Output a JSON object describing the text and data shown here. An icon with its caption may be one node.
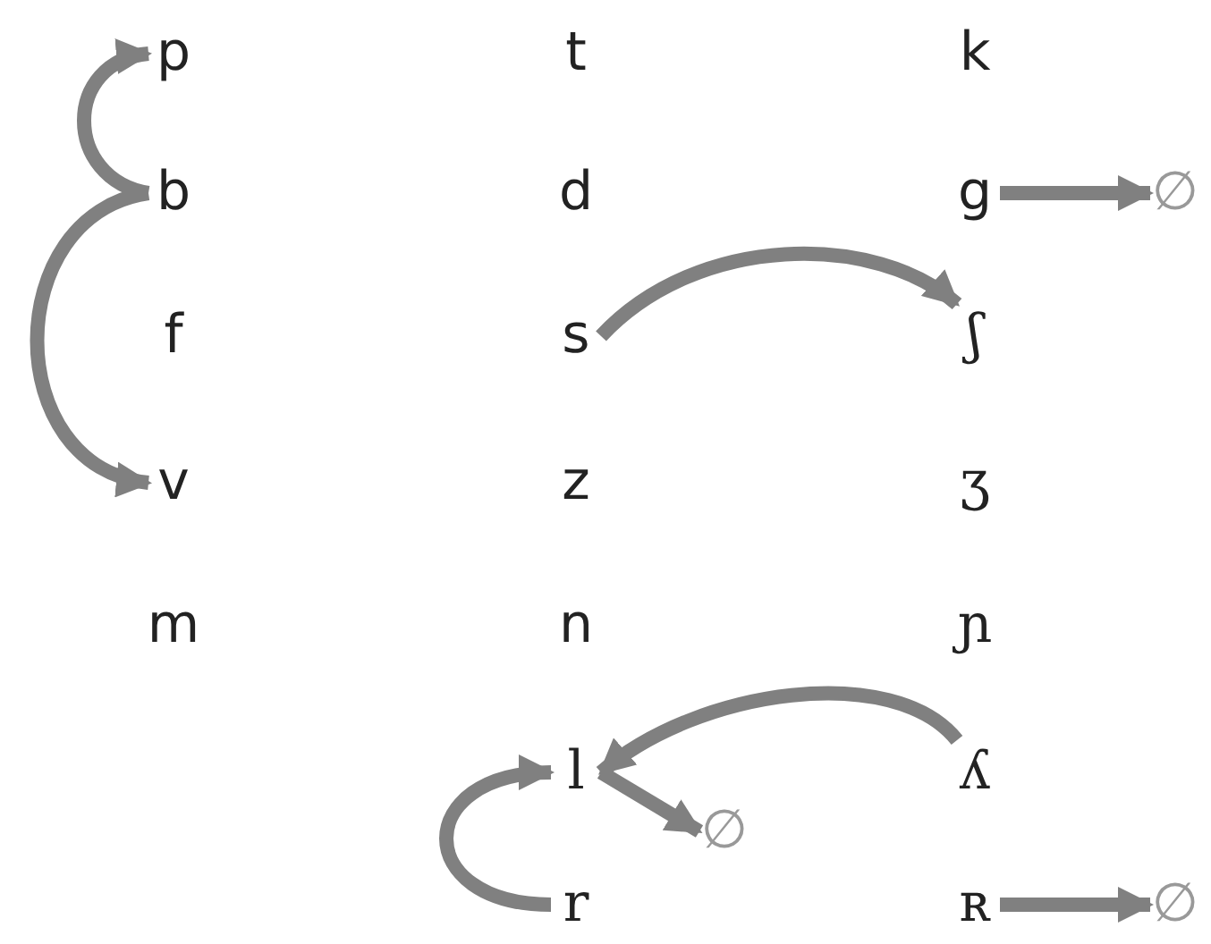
{
  "diagram": {
    "nodes": [
      {
        "text": [
          "p"
        ]
      },
      {
        "text": [
          "t"
        ]
      },
      {
        "text": [
          "k"
        ]
      },
      {
        "text": [
          "b"
        ]
      },
      {
        "text": [
          "d"
        ]
      },
      {
        "text": [
          "g"
        ]
      },
      {
        "text": [
          "∅"
        ]
      },
      {
        "text": [
          "f"
        ]
      },
      {
        "text": [
          "s"
        ]
      },
      {
        "text": [
          "ʃ"
        ]
      },
      {
        "text": [
          "v"
        ]
      },
      {
        "text": [
          "z"
        ]
      },
      {
        "text": [
          "ʒ"
        ]
      },
      {
        "text": [
          "m"
        ]
      },
      {
        "text": [
          "n"
        ]
      },
      {
        "text": [
          "ɲ"
        ]
      },
      {
        "text": [
          "l"
        ]
      },
      {
        "text": [
          "ʎ"
        ]
      },
      {
        "text": [
          "∅"
        ]
      },
      {
        "text": [
          "r"
        ]
      },
      {
        "text": [
          "ʀ"
        ]
      },
      {
        "text": [
          "∅"
        ]
      }
    ],
    "edges": [
      {
        "from": 3,
        "to": 0,
        "arrow": "to"
      },
      {
        "from": 3,
        "to": 10,
        "arrow": "to"
      },
      {
        "from": 5,
        "to": 6,
        "arrow": "to"
      },
      {
        "from": 8,
        "to": 9,
        "arrow": "to"
      },
      {
        "from": 17,
        "to": 16,
        "arrow": "to"
      },
      {
        "from": 16,
        "to": 18,
        "arrow": "to"
      },
      {
        "from": 19,
        "to": 16,
        "arrow": "to"
      },
      {
        "from": 20,
        "to": 21,
        "arrow": "to"
      }
    ]
  }
}
